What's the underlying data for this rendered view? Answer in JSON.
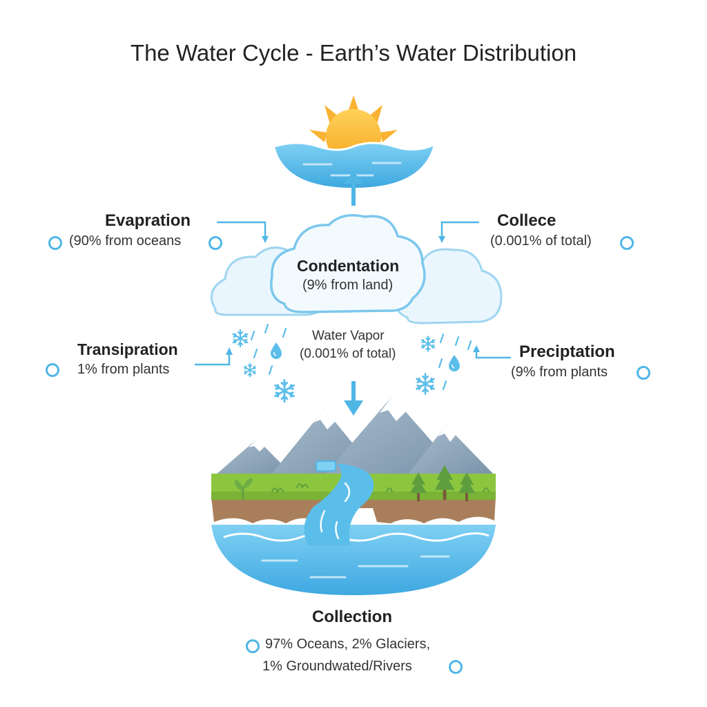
{
  "title": "The Water Cycle - Earth’s Water Distribution",
  "evaporation": {
    "name": "Evapration",
    "detail": "(90% from oceans"
  },
  "collece": {
    "name": "Collece",
    "detail": "(0.001% of total)"
  },
  "condensation": {
    "name": "Condentation",
    "detail": "(9% from land)"
  },
  "water_vapor": {
    "name": "Water Vapor",
    "detail": "(0.001% of total)"
  },
  "transpiration": {
    "name": "Transipration",
    "detail": "1% from plants"
  },
  "precipitation": {
    "name": "Preciptation",
    "detail": "(9% from plants"
  },
  "collection": {
    "name": "Collection",
    "line1": "97% Oceans, 2% Glaciers,",
    "line2": "1% Groundwated/Rivers"
  },
  "colors": {
    "water": "#5bbde9",
    "water_light": "#bfe6f8",
    "sun": "#f9b233",
    "arrow": "#4fb6e6",
    "grass": "#8cc63f",
    "soil": "#a97f5b",
    "mountain": "#8aa2b8",
    "tree": "#5f9e3f"
  },
  "icons": [
    "sun-icon",
    "snowflake-icon",
    "raindrop-icon",
    "tree-icon",
    "mountain-icon",
    "cloud-icon"
  ]
}
